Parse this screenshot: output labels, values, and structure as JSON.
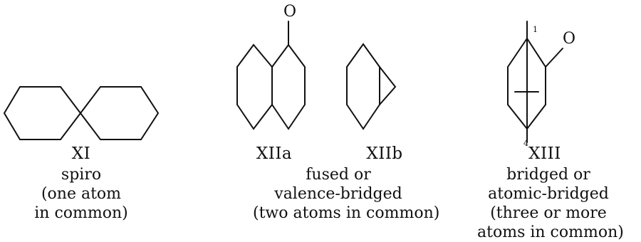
{
  "structures": [
    {
      "id": "XI",
      "label": "XI",
      "caption": [
        "spiro",
        "(one atom",
        "in common)"
      ]
    },
    {
      "id": "XIIa",
      "label": "XIIa",
      "caption": [
        "fused or",
        "valence-bridged",
        "(two atoms in common)"
      ]
    },
    {
      "id": "XIIb",
      "label": "XIIb",
      "caption": []
    },
    {
      "id": "XIII",
      "label": "XIII",
      "caption": [
        "bridged or",
        "atomic-bridged",
        "(three or more",
        "atoms in common)"
      ]
    }
  ],
  "atoms": {
    "xiia_oxygen": "O",
    "xiii_oxygen": "O",
    "xiii_c1": "1",
    "xiii_c4": "4"
  }
}
